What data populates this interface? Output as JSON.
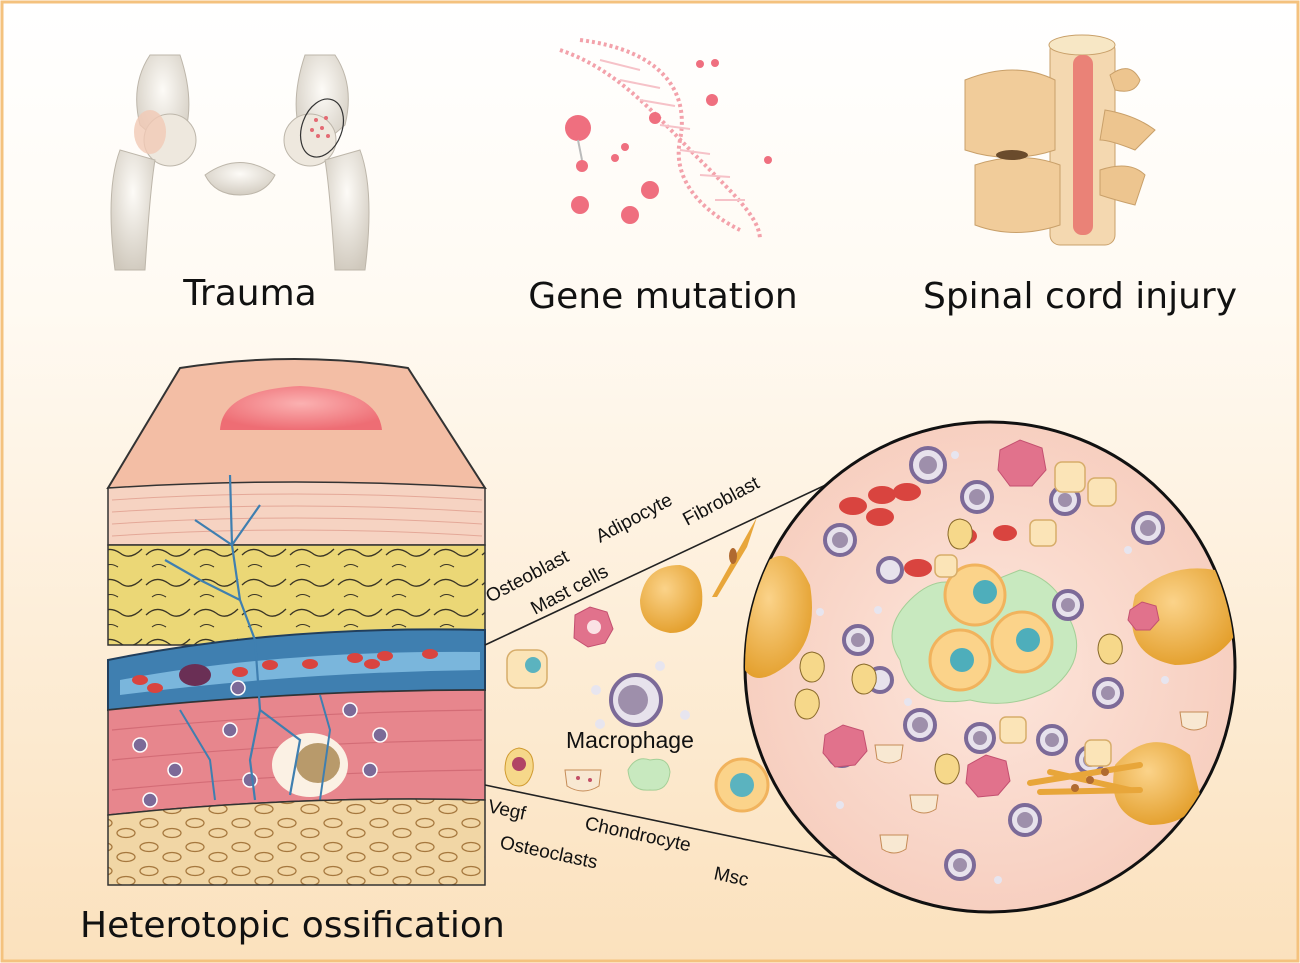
{
  "causes": {
    "trauma": "Trauma",
    "gene_mutation": "Gene mutation",
    "spinal_cord_injury": "Spinal cord injury"
  },
  "main_label": "Heterotopic ossification",
  "cells": {
    "osteoblast": "Osteoblast",
    "mast_cells": "Mast cells",
    "adipocyte": "Adipocyte",
    "fibroblast": "Fibroblast",
    "macrophage": "Macrophage",
    "vegf": "Vegf",
    "osteoclasts": "Osteoclasts",
    "chondrocyte": "Chondrocyte",
    "msc": "Msc"
  },
  "colors": {
    "frame": "#f4c27e",
    "background_top": "#ffffff",
    "background_bottom": "#fbe3c0",
    "vessel": "#3f7fb0",
    "muscle": "#e7888f",
    "fat": "#e9d77a",
    "bone": "#f0d4a4",
    "skin": "#f2b8a0"
  }
}
